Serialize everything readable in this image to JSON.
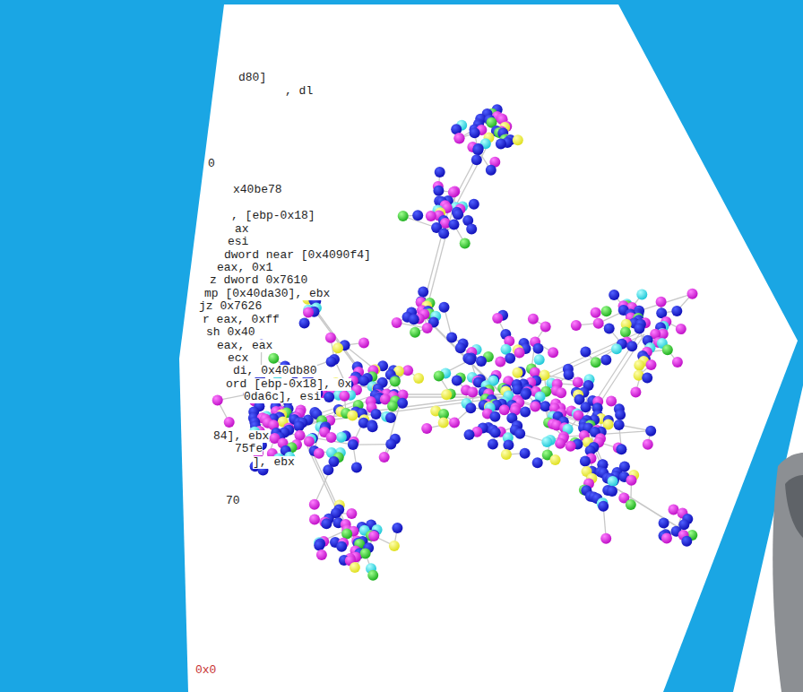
{
  "diagram": {
    "labels": [
      "d80]",
      ", dl",
      "0",
      "x40be78",
      ", [ebp-0x18]",
      "ax",
      "esi",
      "dword near [0x4090f4]",
      "eax, 0x1",
      "z dword 0x7610",
      "mp [0x40da30], ebx",
      "jz 0x7626",
      "r eax, 0xff",
      "sh 0x40",
      "eax, eax",
      "ecx",
      "di, 0x40db80",
      "ord [ebp-0x18], 0x",
      "0da6c], esi",
      "84], ebx",
      "75fe",
      "], ebx",
      "70",
      "0x0"
    ]
  }
}
